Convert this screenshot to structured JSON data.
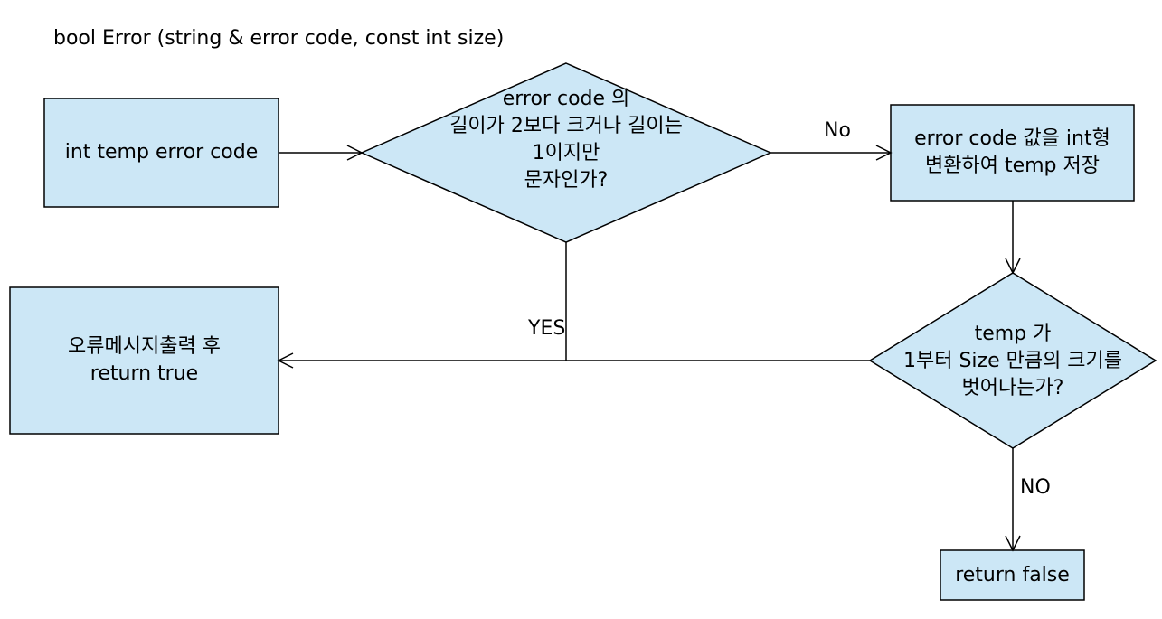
{
  "title": "bool Error (string & error code, const int size)",
  "colors": {
    "fill": "#cce7f6",
    "stroke": "#000000"
  },
  "nodes": {
    "init": {
      "text": "int temp error code"
    },
    "cond1": {
      "lines": [
        "error code 의",
        "길이가 2보다 크거나 길이는",
        "1이지만",
        "문자인가?"
      ]
    },
    "convert": {
      "lines": [
        "error code 값을 int형",
        "변환하여 temp 저장"
      ]
    },
    "cond2": {
      "lines": [
        "temp 가",
        "1부터 Size 만큼의 크기를",
        "벗어나는가?"
      ]
    },
    "print_error": {
      "lines": [
        "오류메시지출력 후",
        "return true"
      ]
    },
    "return_false": {
      "text": "return false"
    }
  },
  "edge_labels": {
    "no_upper": "No",
    "yes": "YES",
    "no_lower": "NO"
  }
}
